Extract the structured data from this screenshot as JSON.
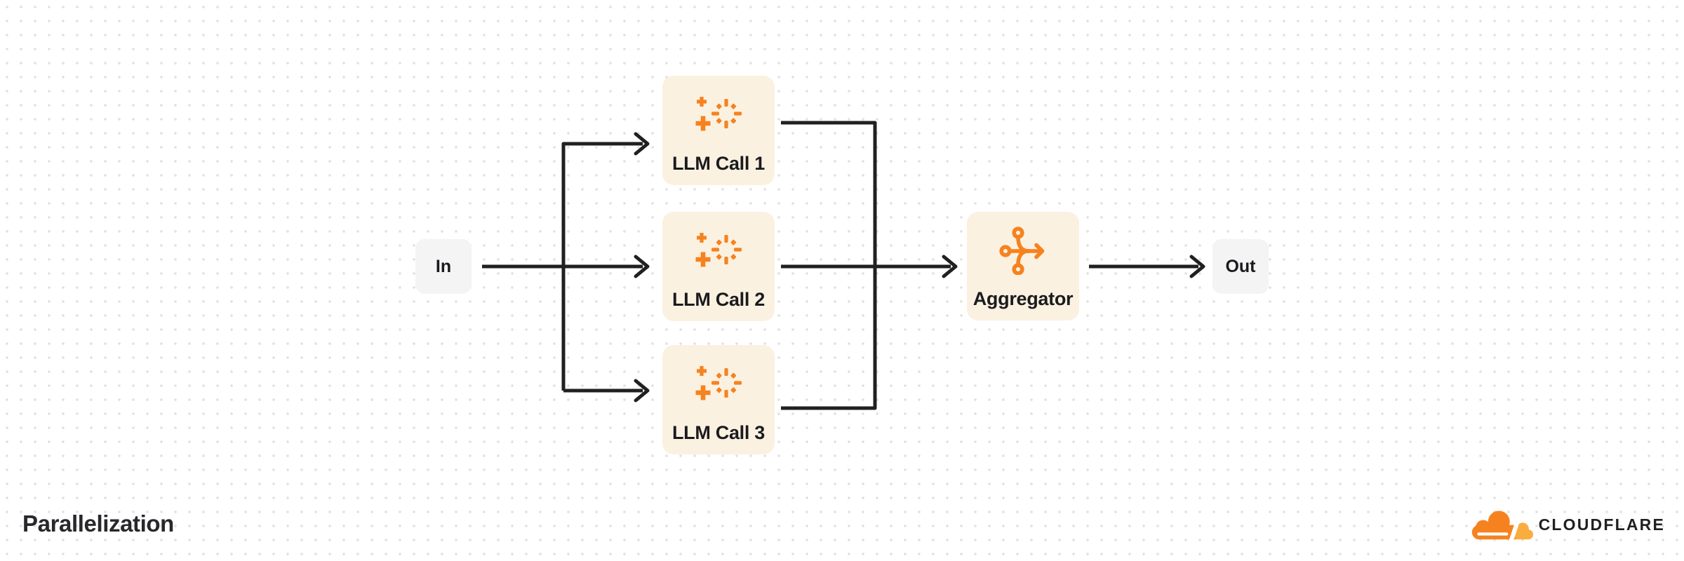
{
  "title": "Parallelization",
  "nodes": {
    "in": {
      "label": "In"
    },
    "llm1": {
      "label": "LLM Call 1",
      "icon": "sparkle-icon"
    },
    "llm2": {
      "label": "LLM Call 2",
      "icon": "sparkle-icon"
    },
    "llm3": {
      "label": "LLM Call 3",
      "icon": "sparkle-icon"
    },
    "aggregator": {
      "label": "Aggregator",
      "icon": "merge-icon"
    },
    "out": {
      "label": "Out"
    }
  },
  "edges": [
    {
      "from": "In",
      "to": "LLM Call 1"
    },
    {
      "from": "In",
      "to": "LLM Call 2"
    },
    {
      "from": "In",
      "to": "LLM Call 3"
    },
    {
      "from": "LLM Call 1",
      "to": "Aggregator"
    },
    {
      "from": "LLM Call 2",
      "to": "Aggregator"
    },
    {
      "from": "LLM Call 3",
      "to": "Aggregator"
    },
    {
      "from": "Aggregator",
      "to": "Out"
    }
  ],
  "brand": {
    "wordmark": "CLOUDFLARE",
    "logo": "cloudflare-cloud-icon"
  },
  "colors": {
    "background": "#ffffff",
    "grid_dot": "#e3e2e0",
    "edge_line": "#202020",
    "node_fill": "#FBF1E1",
    "io_fill": "#F4F4F5",
    "accent_orange": "#F6821F",
    "accent_orange_light": "#FAAD3F",
    "label_text": "#1b1b1e",
    "title_text": "#28282c"
  }
}
